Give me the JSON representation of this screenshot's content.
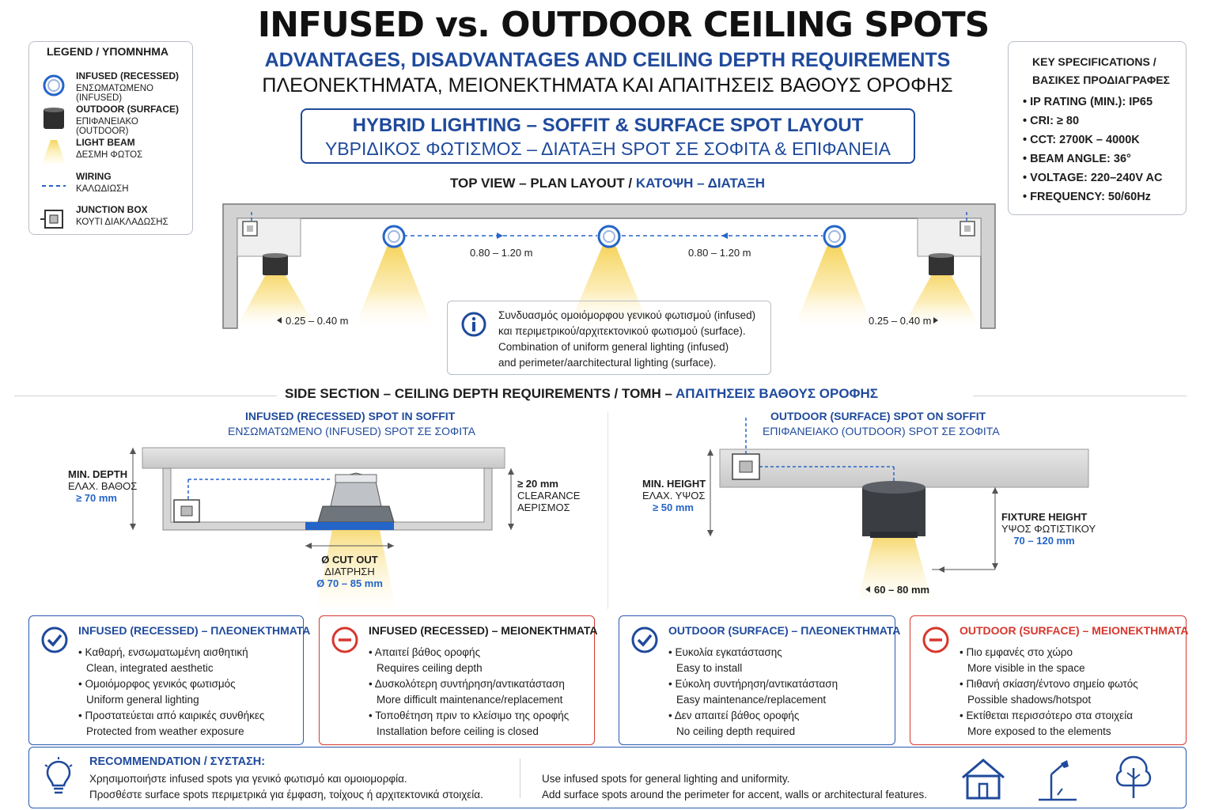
{
  "header": {
    "title": "INFUSED  vs. OUTDOOR CEILING SPOTS",
    "subtitle_en": "ADVANTAGES, DISADVANTAGES AND CEILING DEPTH REQUIREMENTS",
    "subtitle_gr": "ΠΛΕΟΝΕΚΤΗΜΑΤΑ, ΜΕΙΟΝΕΚΤΗΜΑΤΑ ΚΑΙ ΑΠΑΙΤΗΣΕΙΣ ΒΑΘΟΥΣ ΟΡΟΦΗΣ"
  },
  "legend": {
    "title": "LEGEND / ΥΠΟΜΝΗΜΑ",
    "items": [
      {
        "icon": "infused-spot-icon",
        "label": "INFUSED (RECESSED)",
        "label_gr": "ΕΝΣΩΜΑΤΩΜΕΝΟ (INFUSED)"
      },
      {
        "icon": "outdoor-spot-icon",
        "label": "OUTDOOR (SURFACE)",
        "label_gr": "ΕΠΙΦΑΝΕΙΑΚΟ (OUTDOOR)"
      },
      {
        "icon": "light-beam-icon",
        "label": "LIGHT BEAM",
        "label_gr": "ΔΕΣΜΗ ΦΩΤΟΣ"
      },
      {
        "icon": "wiring-icon",
        "label": "WIRING",
        "label_gr": "ΚΑΛΩΔΙΩΣΗ"
      },
      {
        "icon": "junction-box-icon",
        "label": "JUNCTION BOX",
        "label_gr": "ΚΟΥΤΙ ΔΙΑΚΛΑΔΩΣΗΣ"
      }
    ]
  },
  "specs": {
    "title_line1": "KEY SPECIFICATIONS /",
    "title_line2": "ΒΑΣΙΚΕΣ ΠΡΟΔΙΑΓΡΑΦΕΣ",
    "items": [
      "IP RATING (MIN.): IP65",
      "CRI: ≥ 80",
      "CCT: 2700K – 4000K",
      "BEAM ANGLE: 36°",
      "VOLTAGE: 220–240V AC",
      "FREQUENCY: 50/60Hz"
    ]
  },
  "hybrid": {
    "title_en": "HYBRID LIGHTING – SOFFIT & SURFACE SPOT LAYOUT",
    "title_gr": "ΥΒΡΙΔΙΚΟΣ ΦΩΤΙΣΜΟΣ – ΔΙΑΤΑΞΗ SPOT ΣΕ ΣΟΦΙΤΑ & ΕΠΙΦΑΝΕΙΑ"
  },
  "plan": {
    "heading_en": "TOP VIEW – PLAN LAYOUT /",
    "heading_gr": "ΚΑΤΟΨΗ – ΔΙΑΤΑΞΗ",
    "spacing_1": "0.80 – 1.20 m",
    "spacing_2": "0.80 – 1.20 m",
    "edge_left": "0.25 – 0.40 m",
    "edge_right": "0.25 – 0.40 m",
    "info_gr_1": "Συνδυασμός ομοιόμορφου γενικού φωτισμού (infused)",
    "info_gr_2": "και περιμετρικού/αρχιτεκτονικού φωτισμού (surface).",
    "info_en_1": "Combination of uniform general lighting (infused)",
    "info_en_2": "and perimeter/aarchitectural lighting (surface)."
  },
  "section": {
    "heading_black": "SIDE SECTION – CEILING DEPTH REQUIREMENTS / ΤΟΜΗ –",
    "heading_blue": "ΑΠΑΙΤΗΣΕΙΣ ΒΑΘΟΥΣ ΟΡΟΦΗΣ",
    "left": {
      "title_en": "INFUSED (RECESSED) SPOT IN SOFFIT",
      "title_gr": "ΕΝΣΩΜΑΤΩΜΕΝΟ (INFUSED) SPOT ΣΕ ΣΟΦΙΤΑ",
      "min_depth_en": "MIN. DEPTH",
      "min_depth_gr": "ΕΛΑΧ. ΒΑΘΟΣ",
      "min_depth_val": "≥ 70 mm",
      "clearance_val": "≥ 20 mm",
      "clearance_en": "CLEARANCE",
      "clearance_gr": "ΑΕΡΙΣΜΟΣ",
      "cutout_en": "Ø CUT OUT",
      "cutout_gr": "ΔΙΑΤΡΗΣΗ",
      "cutout_val": "Ø 70 – 85 mm"
    },
    "right": {
      "title_en": "OUTDOOR (SURFACE) SPOT ON SOFFIT",
      "title_gr": "ΕΠΙΦΑΝΕΙΑΚΟ (OUTDOOR) SPOT ΣΕ ΣΟΦΙΤΑ",
      "min_height_en": "MIN. HEIGHT",
      "min_height_gr": "ΕΛΑΧ. ΥΨΟΣ",
      "min_height_val": "≥ 50 mm",
      "fixture_en": "FIXTURE HEIGHT",
      "fixture_gr": "ΥΨΟΣ ΦΩΤΙΣΤΙΚΟΥ",
      "fixture_val": "70 – 120 mm",
      "diameter_val": "60 – 80 mm"
    }
  },
  "cards": [
    {
      "title": "INFUSED (RECESSED) – ΠΛΕΟΝΕΚΤΗΜΑΤΑ",
      "kind": "pro",
      "items": [
        {
          "gr": "Καθαρή, ενσωματωμένη αισθητική",
          "en": "Clean, integrated aesthetic"
        },
        {
          "gr": "Ομοιόμορφος γενικός φωτισμός",
          "en": "Uniform general lighting"
        },
        {
          "gr": "Προστατεύεται από καιρικές συνθήκες",
          "en": "Protected from weather exposure"
        }
      ]
    },
    {
      "title": "INFUSED (RECESSED) – ΜΕΙΟΝΕΚΤΗΜΑΤΑ",
      "kind": "con",
      "items": [
        {
          "gr": "Απαιτεί βάθος οροφής",
          "en": "Requires ceiling depth"
        },
        {
          "gr": "Δυσκολότερη συντήρηση/αντικατάσταση",
          "en": "More difficult maintenance/replacement"
        },
        {
          "gr": "Τοποθέτηση πριν το κλείσιμο της οροφής",
          "en": "Installation before ceiling is closed"
        }
      ]
    },
    {
      "title": "OUTDOOR (SURFACE) – ΠΛΕΟΝΕΚΤΗΜΑΤΑ",
      "kind": "pro",
      "items": [
        {
          "gr": "Ευκολία εγκατάστασης",
          "en": "Easy to install"
        },
        {
          "gr": "Εύκολη συντήρηση/αντικατάσταση",
          "en": "Easy maintenance/replacement"
        },
        {
          "gr": "Δεν απαιτεί βάθος οροφής",
          "en": "No ceiling depth required"
        }
      ]
    },
    {
      "title": "OUTDOOR (SURFACE) – ΜΕΙΟΝΕΚΤΗΜΑΤΑ",
      "kind": "con",
      "items": [
        {
          "gr": "Πιο εμφανές στο χώρο",
          "en": "More visible in the space"
        },
        {
          "gr": "Πιθανή σκίαση/έντονο σημείο φωτός",
          "en": "Possible shadows/hotspot"
        },
        {
          "gr": "Εκτίθεται περισσότερο στα στοιχεία",
          "en": "More exposed to the elements"
        }
      ]
    }
  ],
  "recommendation": {
    "title": "RECOMMENDATION / ΣΥΣΤΑΣΗ:",
    "gr_1": "Χρησιμοποιήστε infused spots για γενικό φωτισμό και ομοιομορφία.",
    "gr_2": "Προσθέστε surface spots περιμετρικά για έμφαση, τοίχους ή αρχιτεκτονικά στοιχεία.",
    "en_1": "Use infused spots for general lighting and uniformity.",
    "en_2": "Add surface spots around the perimeter for accent, walls or architectural features."
  },
  "colors": {
    "navy": "#1f4a9c",
    "blue": "#2565c8",
    "red": "#d6372d",
    "beam": "#f7e08a"
  }
}
